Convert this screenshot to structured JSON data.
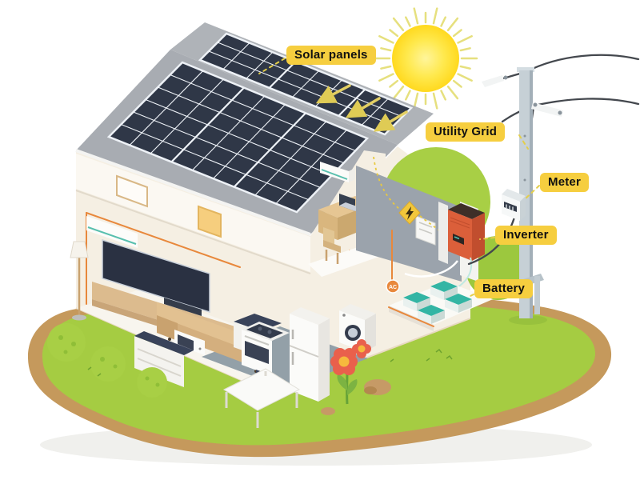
{
  "labels": {
    "solar_panels": "Solar panels",
    "utility_grid": "Utility Grid",
    "meter": "Meter",
    "inverter": "Inverter",
    "battery": "Battery"
  },
  "badges": {
    "ac": "AC"
  },
  "colors": {
    "label_bg": "#F6CE3F",
    "label_text": "#111111",
    "sun_core": "#FFE344",
    "sun_ray": "#E6E07E",
    "panel": "#2F3747",
    "roof": "#A8ACB2",
    "grass": "#A5CC42",
    "path": "#C5995C",
    "foliage": "#A8CF45",
    "pole": "#C6D0D6",
    "wire": "#44484E",
    "wall_gray": "#9BA3AC",
    "wall_cream": "#F5EFE3",
    "inverter": "#DB5F3A",
    "battery_teal": "#33B5A4",
    "wiring_orange": "#E8883C",
    "leader": "#E3CE4A",
    "arrow": "#E3CF63"
  }
}
